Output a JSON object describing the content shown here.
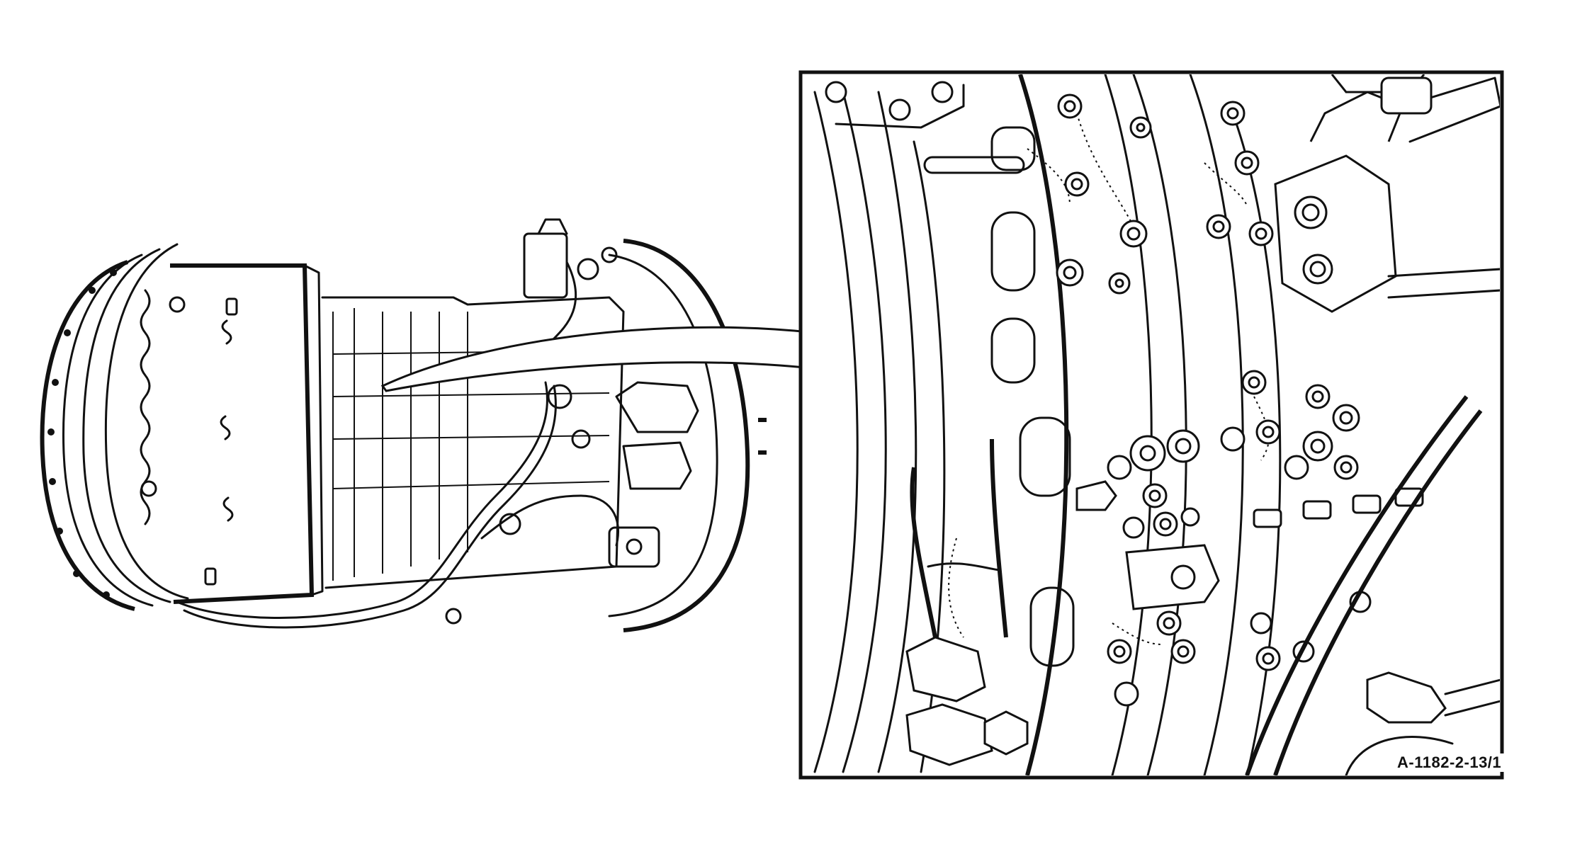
{
  "figure": {
    "label": "A-1182-2-13/1",
    "overview": {
      "subject": "engine-overview-illustration"
    },
    "detail": {
      "subject": "engine-detail-view",
      "indicator": "callout-arrow"
    }
  }
}
